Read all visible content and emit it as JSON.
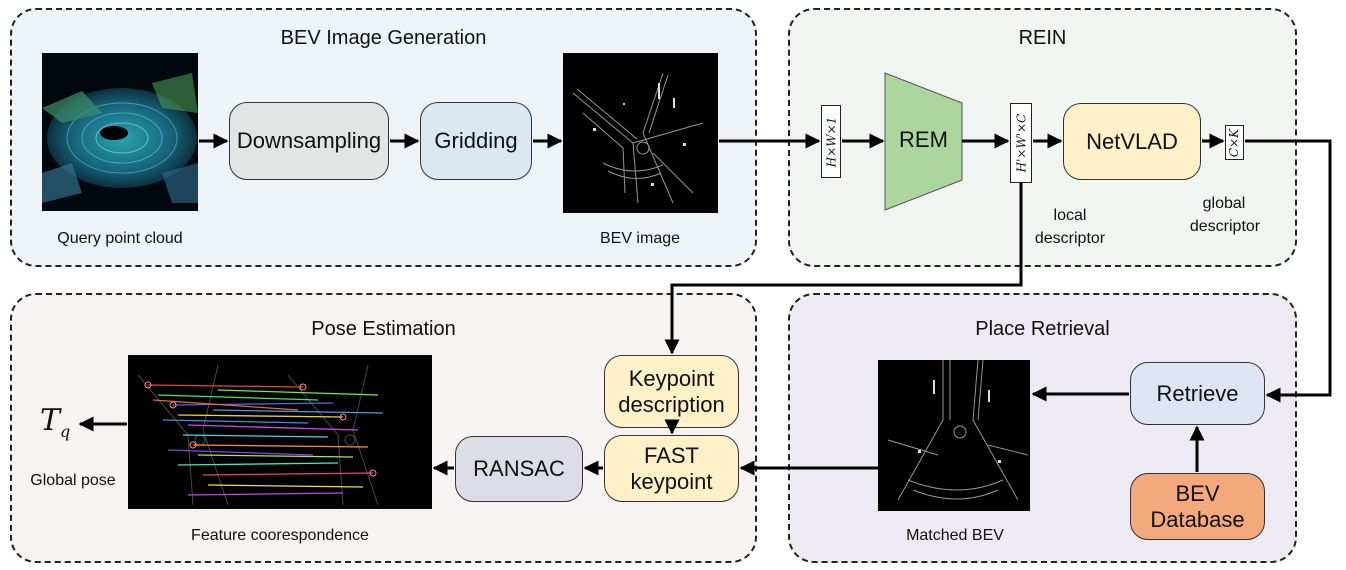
{
  "panels": {
    "bev_generation": "BEV Image Generation",
    "rein": "REIN",
    "pose_estimation": "Pose Estimation",
    "place_retrieval": "Place Retrieval"
  },
  "nodes": {
    "downsampling": "Downsampling",
    "gridding": "Gridding",
    "rem": "REM",
    "netvlad": "NetVLAD",
    "keypoint_description_l1": "Keypoint",
    "keypoint_description_l2": "description",
    "fast_keypoint_l1": "FAST",
    "fast_keypoint_l2": "keypoint",
    "ransac": "RANSAC",
    "retrieve": "Retrieve",
    "bev_database_l1": "BEV",
    "bev_database_l2": "Database"
  },
  "dims": {
    "input": "H×W×1",
    "local": "H'×W'×C",
    "global": "C×K"
  },
  "captions": {
    "query_point_cloud": "Query point cloud",
    "bev_image": "BEV image",
    "local_descriptor_l1": "local",
    "local_descriptor_l2": "descriptor",
    "global_descriptor_l1": "global",
    "global_descriptor_l2": "descriptor",
    "global_pose": "Global pose",
    "feature_correspondence": "Feature coorespondence",
    "matched_bev": "Matched BEV"
  },
  "output_symbol": {
    "main": "T",
    "sub": "q"
  },
  "colors": {
    "bev_panel": "#eef3f8",
    "rein_panel": "#f1f5f1",
    "pose_panel": "#f8f3f3",
    "retrieval_panel": "#eeeaf3",
    "downsampling": "#e2e5e4",
    "gridding": "#dbe7f3",
    "rem": "#acd69d",
    "netvlad": "#fff0c8",
    "keypoint": "#fff0c8",
    "ransac": "#dcdde6",
    "retrieve": "#dfe4f4",
    "bev_database": "#f3a97c"
  }
}
